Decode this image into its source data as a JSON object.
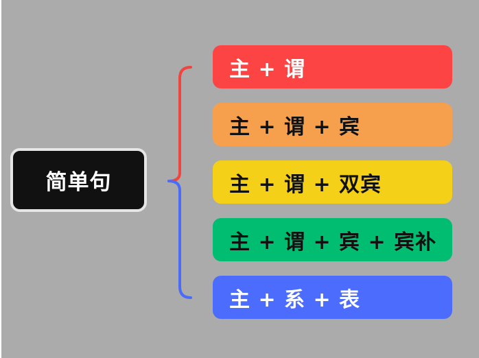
{
  "center": {
    "label": "简单句",
    "bg_color": "#111111",
    "border_color": "#e6e6e6",
    "text_color": "#ffffff"
  },
  "bracket_colors": {
    "upper": "#f0443f",
    "lower": "#4a6cf7"
  },
  "branches": [
    {
      "label": "主 + 谓",
      "bg_color": "#fd4444",
      "text_color": "#ffffff"
    },
    {
      "label": "主 + 谓 + 宾",
      "bg_color": "#f6a04d",
      "text_color": "#111111"
    },
    {
      "label": "主 + 谓 + 双宾",
      "bg_color": "#f4d019",
      "text_color": "#111111"
    },
    {
      "label": "主 + 谓 + 宾 + 宾补",
      "bg_color": "#00bd72",
      "text_color": "#111111"
    },
    {
      "label": "主 + 系 + 表",
      "bg_color": "#4c6cfd",
      "text_color": "#ffffff"
    }
  ]
}
